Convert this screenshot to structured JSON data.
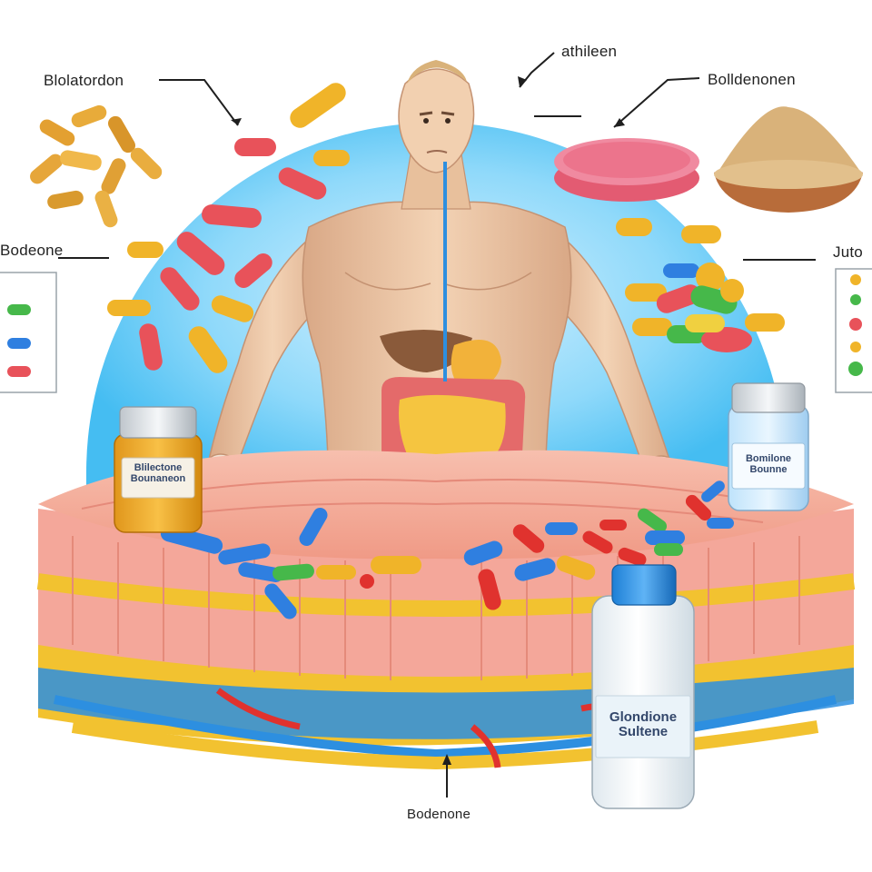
{
  "labels": {
    "top_left": "Blolatordon",
    "top_center": "athileen",
    "top_right": "Bolldenonen",
    "mid_left": "Bodeone",
    "mid_right": "Juto",
    "bottom": "Bodenone"
  },
  "vials": {
    "amber": {
      "line1": "Blilectone",
      "line2": "Bounaneon"
    },
    "blue_small": {
      "line1": "Bomilone",
      "line2": "Bounne"
    },
    "white_large": {
      "line1": "Glondione",
      "line2": "Sultene"
    }
  },
  "colors": {
    "background_circle": "#5fc8f5",
    "muscle": "#f4a79a",
    "fat_layer": "#f2c230",
    "vessel_blue": "#2d8fe0",
    "vessel_red": "#e0322e",
    "skin": "#ecc9a8",
    "pill_red": "#e8525a",
    "pill_yellow": "#f0b429",
    "pill_blue": "#2f7fe0",
    "pill_green": "#46b84a"
  }
}
